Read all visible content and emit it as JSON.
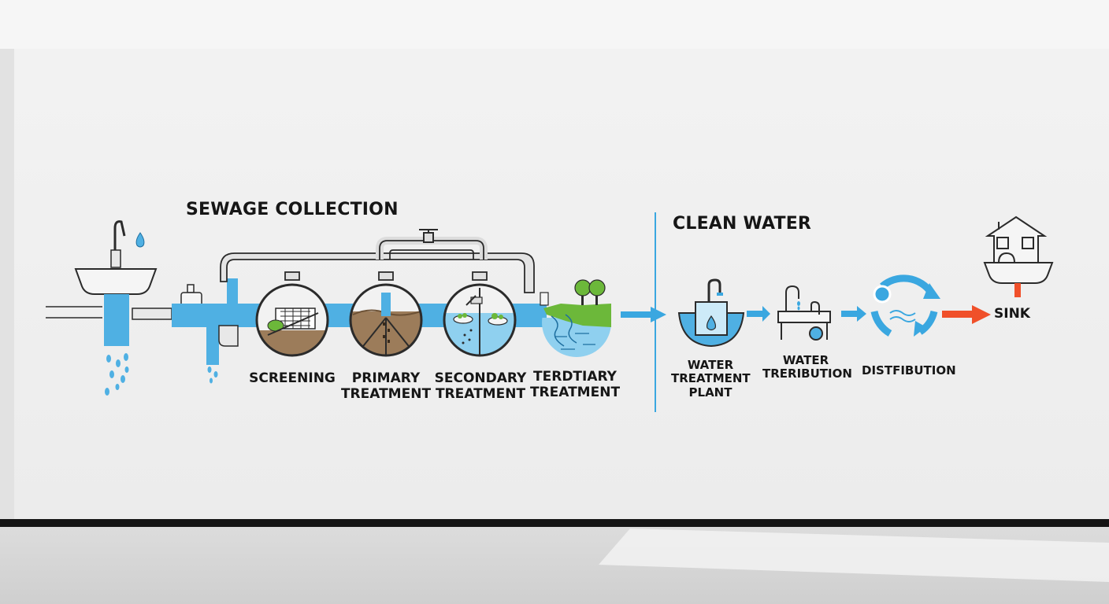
{
  "diagram": {
    "sections": {
      "sewage_collection": "SEWAGE COLLECTION",
      "clean_water": "CLEAN WATER"
    },
    "stages": [
      {
        "lines": [
          "SCREENING"
        ]
      },
      {
        "lines": [
          "PRIMARY",
          "TREATMENT"
        ]
      },
      {
        "lines": [
          "SECONDARY",
          "TREATMENT"
        ]
      },
      {
        "lines": [
          "TERDTIARY",
          "TREATMENT"
        ]
      },
      {
        "lines": [
          "WATER",
          "TREATMENT",
          "PLANT"
        ]
      },
      {
        "lines": [
          "WATER",
          "TRERIBUTION"
        ]
      },
      {
        "lines": [
          "DISTFIBUTION"
        ]
      },
      {
        "lines": [
          "SINK"
        ]
      }
    ],
    "colors": {
      "water": "#4fb0e3",
      "arrow": "#3aa7e0",
      "sink_arrow": "#f0502a",
      "soil": "#9c7c5a",
      "grass": "#6cb83a",
      "pipe": "#dcdcdc",
      "outline": "#2b2b2b",
      "divider": "#3aa7e0"
    },
    "icons": [
      "faucet-icon",
      "sink-basin-icon",
      "bottle-icon",
      "screen-grate-icon",
      "tank-icon",
      "tree-icon",
      "tap-icon",
      "faucet-tank-icon",
      "recycle-arrows-icon",
      "house-icon"
    ]
  }
}
